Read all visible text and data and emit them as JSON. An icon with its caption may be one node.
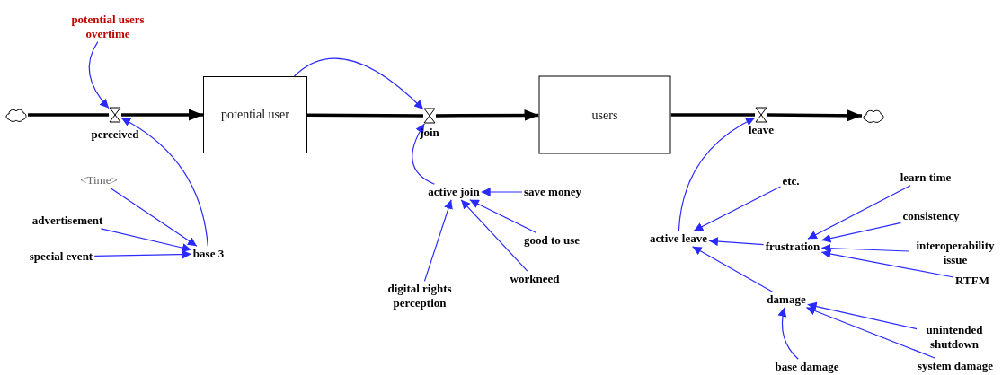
{
  "diagram": {
    "nodes": [
      {
        "text": [],
        "shape": "cloud"
      },
      {
        "text": [
          "potential users overtime"
        ]
      },
      {
        "text": [],
        "shape": "valve",
        "beside": [
          "perceived"
        ]
      },
      {
        "text": [
          "potential user"
        ]
      },
      {
        "text": [],
        "shape": "valve",
        "beside": [
          "join"
        ]
      },
      {
        "text": [
          "users"
        ]
      },
      {
        "text": [],
        "shape": "valve",
        "beside": [
          "leave"
        ]
      },
      {
        "text": [],
        "shape": "cloud"
      },
      {
        "text": [
          "<Time>"
        ]
      },
      {
        "text": [
          "advertisement"
        ]
      },
      {
        "text": [
          "special event"
        ]
      },
      {
        "text": [
          "base 3"
        ]
      },
      {
        "text": [
          "active join"
        ]
      },
      {
        "text": [
          "save money"
        ]
      },
      {
        "text": [
          "good to use"
        ]
      },
      {
        "text": [
          "workneed"
        ]
      },
      {
        "text": [
          "digital rights perception"
        ]
      },
      {
        "text": [
          "etc."
        ]
      },
      {
        "text": [
          "learn time"
        ]
      },
      {
        "text": [
          "active leave"
        ]
      },
      {
        "text": [
          "frustration"
        ]
      },
      {
        "text": [
          "consistency"
        ]
      },
      {
        "text": [
          "interoperability issue"
        ]
      },
      {
        "text": [
          "RTFM"
        ]
      },
      {
        "text": [
          "damage"
        ]
      },
      {
        "text": [
          "unintended shutdown"
        ]
      },
      {
        "text": [
          "base damage"
        ]
      },
      {
        "text": [
          "system damage"
        ]
      }
    ],
    "edges": [
      {
        "from": 0,
        "to": 2,
        "arrow": "none",
        "style": "thick",
        "color": "#000000"
      },
      {
        "from": 2,
        "to": 3,
        "arrow": "to",
        "style": "thick",
        "color": "#000000"
      },
      {
        "from": 3,
        "to": 4,
        "arrow": "none",
        "style": "thick",
        "color": "#000000"
      },
      {
        "from": 4,
        "to": 5,
        "arrow": "to",
        "style": "thick",
        "color": "#000000"
      },
      {
        "from": 5,
        "to": 6,
        "arrow": "none",
        "style": "thick",
        "color": "#000000"
      },
      {
        "from": 6,
        "to": 7,
        "arrow": "to",
        "style": "thick",
        "color": "#000000"
      },
      {
        "from": 1,
        "to": 2,
        "arrow": "to"
      },
      {
        "from": 11,
        "to": 2,
        "arrow": "to"
      },
      {
        "from": 3,
        "to": 4,
        "arrow": "to"
      },
      {
        "from": 12,
        "to": 4,
        "arrow": "to"
      },
      {
        "from": 8,
        "to": 11,
        "arrow": "to"
      },
      {
        "from": 9,
        "to": 11,
        "arrow": "to"
      },
      {
        "from": 10,
        "to": 11,
        "arrow": "to"
      },
      {
        "from": 13,
        "to": 12,
        "arrow": "to"
      },
      {
        "from": 14,
        "to": 12,
        "arrow": "to"
      },
      {
        "from": 15,
        "to": 12,
        "arrow": "to"
      },
      {
        "from": 16,
        "to": 12,
        "arrow": "to"
      },
      {
        "from": 19,
        "to": 6,
        "arrow": "to"
      },
      {
        "from": 17,
        "to": 19,
        "arrow": "to"
      },
      {
        "from": 20,
        "to": 19,
        "arrow": "to"
      },
      {
        "from": 24,
        "to": 19,
        "arrow": "to"
      },
      {
        "from": 18,
        "to": 20,
        "arrow": "to"
      },
      {
        "from": 21,
        "to": 20,
        "arrow": "to"
      },
      {
        "from": 22,
        "to": 20,
        "arrow": "to"
      },
      {
        "from": 23,
        "to": 20,
        "arrow": "to"
      },
      {
        "from": 25,
        "to": 24,
        "arrow": "to"
      },
      {
        "from": 27,
        "to": 24,
        "arrow": "to"
      },
      {
        "from": 26,
        "to": 24,
        "arrow": "to"
      }
    ]
  }
}
